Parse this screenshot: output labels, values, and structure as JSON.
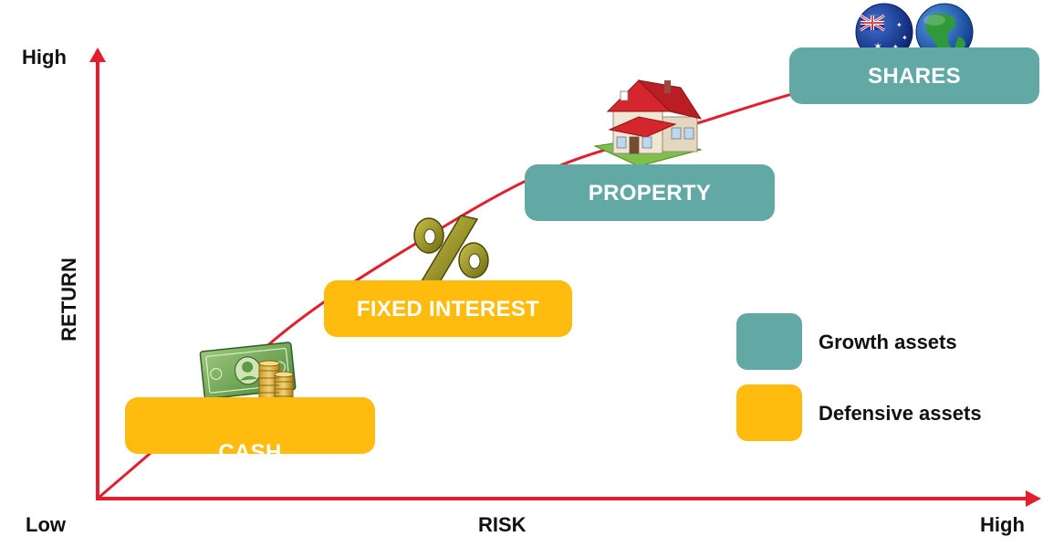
{
  "axes": {
    "y_title": "RETURN",
    "x_title": "RISK",
    "y_high": "High",
    "x_low": "Low",
    "x_high": "High"
  },
  "assets": [
    {
      "label": "CASH",
      "category": "defensive",
      "icon": "cash-icon"
    },
    {
      "label": "FIXED INTEREST",
      "category": "defensive",
      "icon": "percent-icon"
    },
    {
      "label": "PROPERTY",
      "category": "growth",
      "icon": "house-icon"
    },
    {
      "label": "SHARES",
      "category": "growth",
      "icon": "globe-icons"
    }
  ],
  "legend": {
    "growth": "Growth assets",
    "defensive": "Defensive assets"
  },
  "colors": {
    "growth": "#62a8a4",
    "defensive": "#ffbb0e",
    "axis": "#e31e2d",
    "curve": "#e31e2d",
    "text": "#111111"
  }
}
